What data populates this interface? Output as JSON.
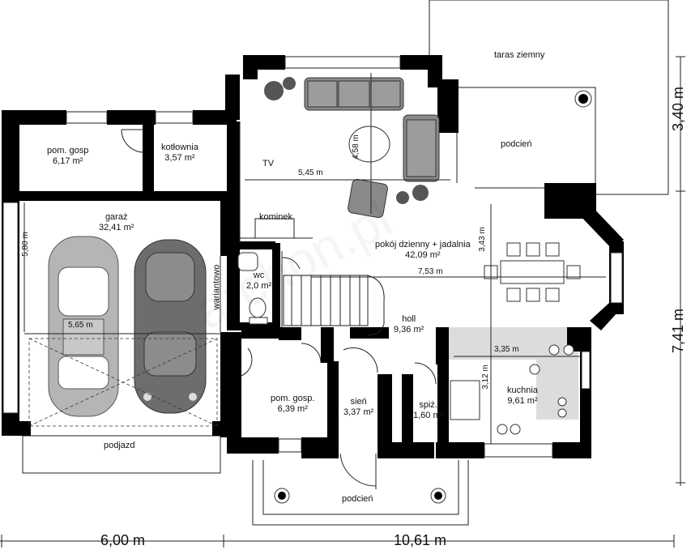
{
  "watermark": "archon.pl",
  "rooms": {
    "taras": {
      "name": "taras ziemny"
    },
    "podcien_top": {
      "name": "podcień"
    },
    "pom_gosp_top": {
      "name": "pom. gosp",
      "area": "6,17 m²"
    },
    "kotlownia": {
      "name": "kotłownia",
      "area": "3,57 m²"
    },
    "garaz": {
      "name": "garaż",
      "area": "32,41 m²"
    },
    "pokoj": {
      "name": "pokój dzienny + jadalnia",
      "area": "42,09 m²"
    },
    "wc": {
      "name": "wc",
      "area": "2,0 m²"
    },
    "holl": {
      "name": "holl",
      "area": "9,36 m²"
    },
    "pom_gosp_bottom": {
      "name": "pom. gosp.",
      "area": "6,39 m²"
    },
    "sien": {
      "name": "sień",
      "area": "3,37 m²"
    },
    "spiz": {
      "name": "spiż.",
      "area": "1,60 m²"
    },
    "kuchnia": {
      "name": "kuchnia",
      "area": "9,61 m²"
    },
    "podjazd": {
      "name": "podjazd"
    },
    "podcien_bottom": {
      "name": "podcień"
    }
  },
  "labels": {
    "tv": "TV",
    "kominek": "kominek",
    "wariantowo": "wariantowo"
  },
  "dimensions": {
    "d545": "5,45 m",
    "d458": "4,58 m",
    "d580": "5,80 m",
    "d565": "5,65 m",
    "d753": "7,53 m",
    "d343": "3,43 m",
    "d335": "3,35 m",
    "d312": "3,12 m",
    "overall_left": "6,00 m",
    "overall_right": "10,61 m",
    "overall_top_right": "3,40 m",
    "overall_bottom_right": "7,41 m"
  },
  "colors": {
    "wall": "#000000",
    "furniture": "#8a8a8a",
    "kitchen_floor": "#dcdcdc",
    "line": "#222222"
  }
}
